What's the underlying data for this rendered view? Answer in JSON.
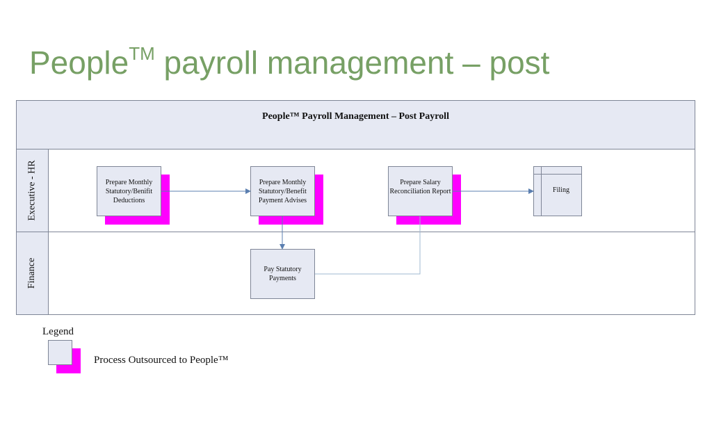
{
  "slide": {
    "title_main": "People",
    "title_tm": "TM",
    "title_rest": " payroll management – post"
  },
  "diagram": {
    "header": "People™ Payroll Management – Post Payroll",
    "lanes": [
      {
        "label": "Executive - HR"
      },
      {
        "label": "Finance"
      }
    ],
    "steps": {
      "prepare_deductions": "Prepare Monthly Statutory/Benifit Deductions",
      "prepare_advises": "Prepare Monthly Statutory/Benefit Payment Advises",
      "prepare_reconciliation": "Prepare Salary Reconciliation Report",
      "filing": "Filing",
      "pay_statutory": "Pay Statutory Payments"
    }
  },
  "legend": {
    "title": "Legend",
    "outsourced_label": "Process Outsourced to People™"
  },
  "colors": {
    "title": "#77a065",
    "box_fill": "#e6e9f3",
    "outsourced_shadow": "#ff00ff",
    "connector": "#5b7fb0"
  }
}
